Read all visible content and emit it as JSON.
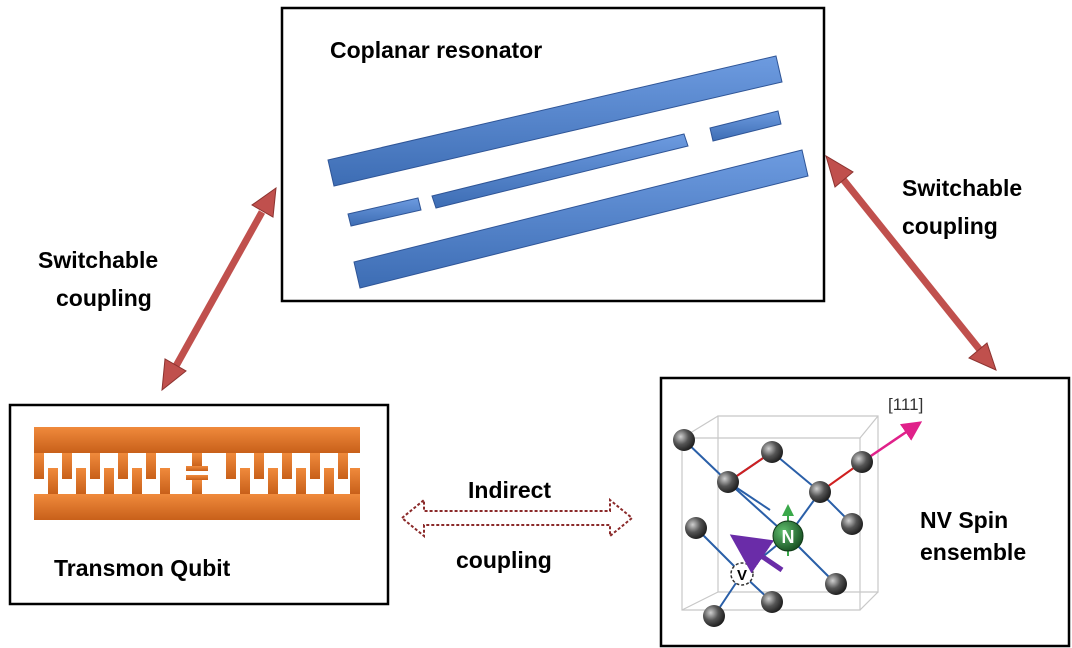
{
  "resonator": {
    "title": "Coplanar resonator"
  },
  "coupling_left": {
    "line1": "Switchable",
    "line2": "coupling"
  },
  "coupling_right": {
    "line1": "Switchable",
    "line2": "coupling"
  },
  "indirect": {
    "line1": "Indirect",
    "line2": "coupling"
  },
  "qubit": {
    "title": "Transmon Qubit"
  },
  "nv": {
    "line1": "NV Spin",
    "line2": "ensemble",
    "direction": "[111]",
    "nitrogen": "N",
    "vacancy": "V"
  },
  "colors": {
    "resonator_blue": "#4a7cc2",
    "arrow_red": "#c0504d",
    "qubit_orange": "#e07a2a",
    "indirect_dark_red": "#8b2a2a",
    "nitrogen_green": "#1e6b2e",
    "vector_magenta": "#e0218a",
    "spin_purple": "#6a2ca8"
  }
}
